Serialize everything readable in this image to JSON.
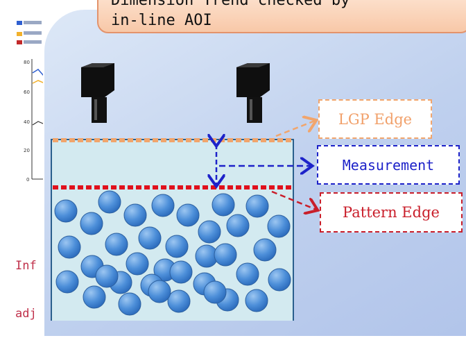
{
  "callout": {
    "line1": "Dimension Trend checked by",
    "line2": "in-line AOI"
  },
  "labels": {
    "lgp_edge": "LGP Edge",
    "measurement": "Measurement",
    "pattern_edge": "Pattern Edge"
  },
  "back_slide": {
    "text_line1": "Inf",
    "text_line2": "adj",
    "tick_labels": [
      "80",
      "60",
      "40",
      "20",
      "0"
    ]
  },
  "colors": {
    "lgp_edge": "#f1a56c",
    "measurement": "#1d22c9",
    "pattern_edge": "#c91e2a",
    "dot": "#4d8fd9",
    "plate": "#d3eaf0"
  },
  "icons": {
    "camera": "camera-icon",
    "dot": "light-guide-dot"
  }
}
